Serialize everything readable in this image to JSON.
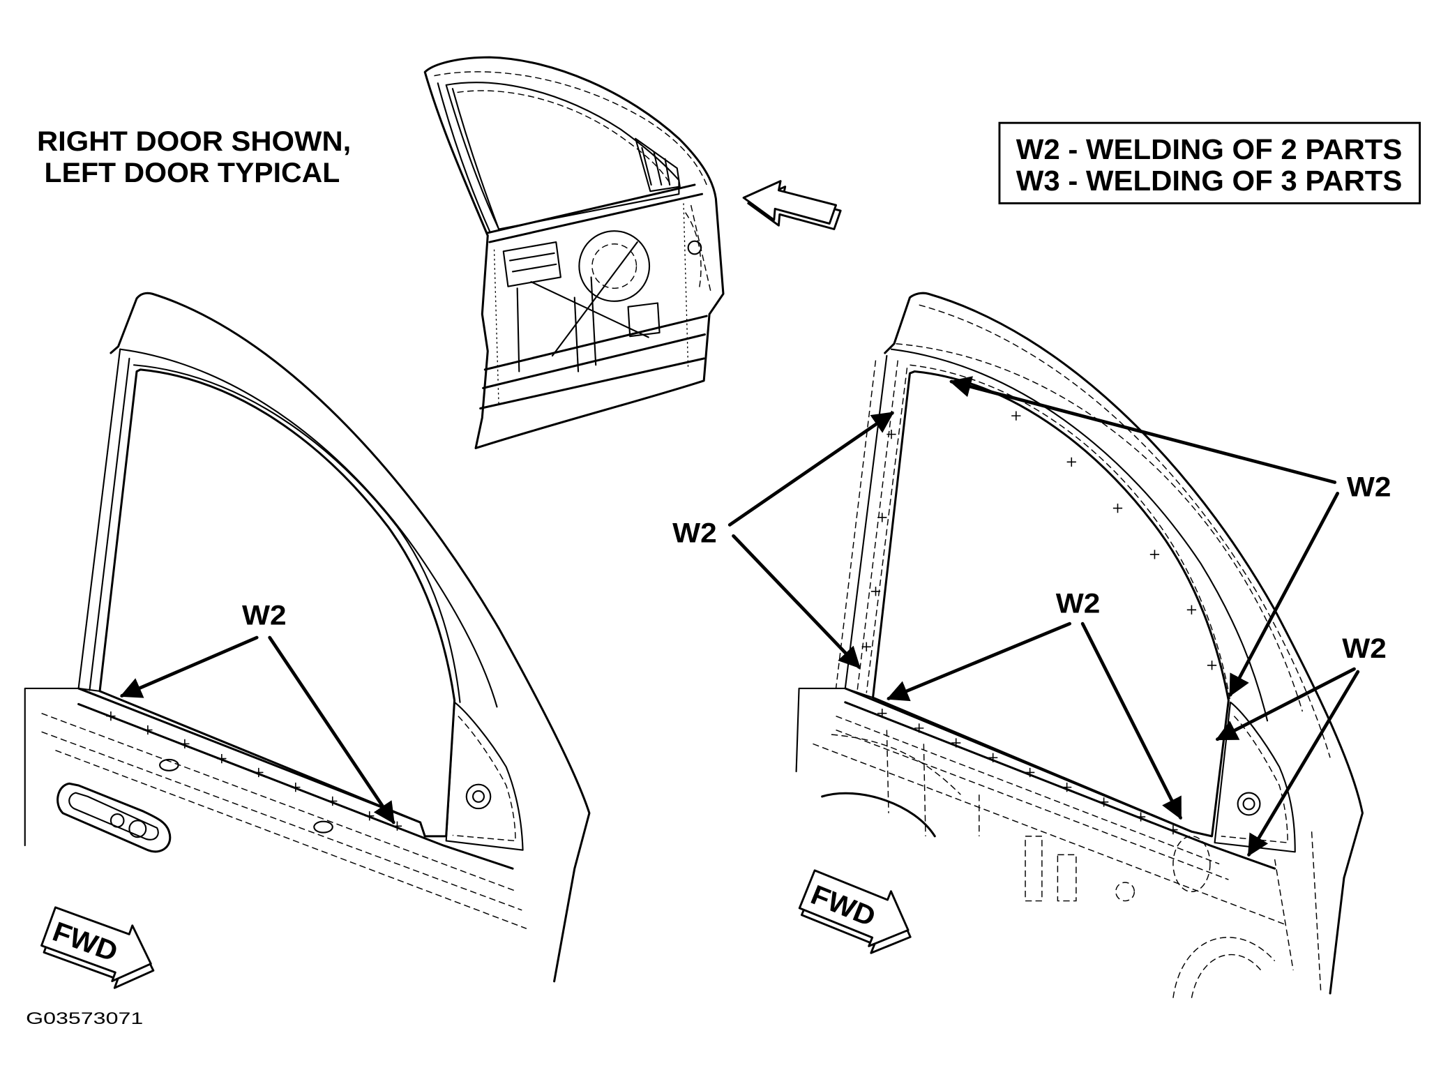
{
  "note": {
    "line1": "RIGHT DOOR SHOWN,",
    "line2": "LEFT DOOR TYPICAL"
  },
  "legend": {
    "w2": "W2 - WELDING OF 2 PARTS",
    "w3": "W3 - WELDING OF 3 PARTS"
  },
  "callouts": {
    "left_door": [
      "W2"
    ],
    "right_door": [
      "W2",
      "W2",
      "W2",
      "W2"
    ]
  },
  "fwd_arrows": [
    "FWD",
    "FWD"
  ],
  "figure_id": "G03573071",
  "colors": {
    "line": "#000000",
    "background": "#ffffff"
  }
}
